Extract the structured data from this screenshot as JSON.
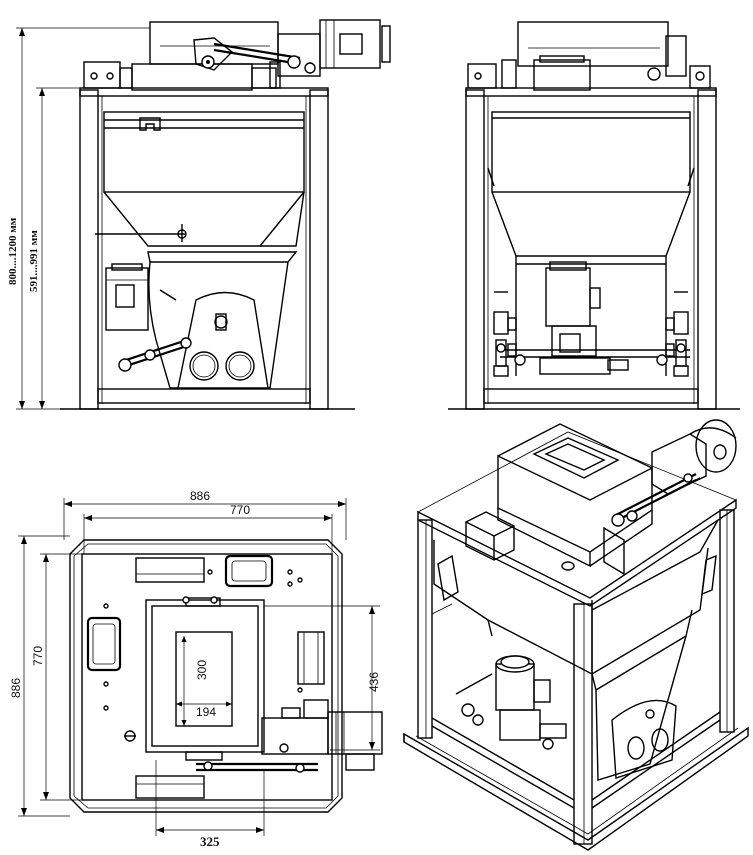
{
  "dimensions": {
    "height_total": "800....1200 мм",
    "height_frame": "591....991 мм",
    "width_outer": "886",
    "width_inner": "770",
    "height_outer": "886",
    "height_inner": "770",
    "side_436": "436",
    "window_300": "300",
    "window_194": "194",
    "bottom_325": "325"
  }
}
